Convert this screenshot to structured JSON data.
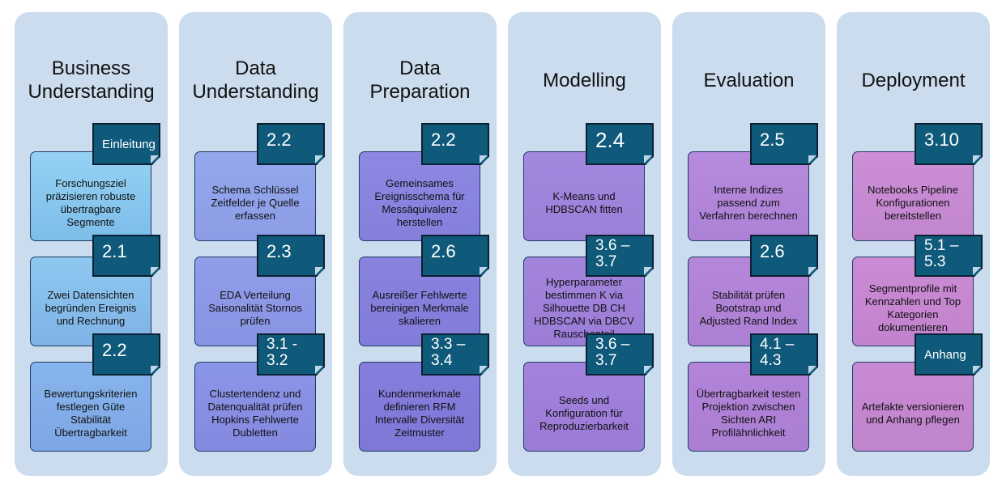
{
  "phases": [
    {
      "title": "Business\nUnderstanding",
      "cards": [
        {
          "tag": "Einleitung",
          "text": "Forschungsziel präzisieren robuste übertragbare Segmente"
        },
        {
          "tag": "2.1",
          "text": "Zwei Datensichten begründen Ereignis und Rechnung"
        },
        {
          "tag": "2.2",
          "text": "Bewertungskriterien festlegen Güte Stabilität Übertragbarkeit"
        }
      ]
    },
    {
      "title": "Data\nUnderstanding",
      "cards": [
        {
          "tag": "2.2",
          "text": "Schema Schlüssel Zeitfelder je Quelle erfassen"
        },
        {
          "tag": "2.3",
          "text": "EDA Verteilung Saisonalität Stornos prüfen"
        },
        {
          "tag": "3.1 -\n3.2",
          "text": "Clustertendenz und Datenqualität prüfen Hopkins Fehlwerte Dubletten"
        }
      ]
    },
    {
      "title": "Data\nPreparation",
      "cards": [
        {
          "tag": "2.2",
          "text": "Gemeinsames Ereignisschema für Messäquivalenz herstellen"
        },
        {
          "tag": "2.6",
          "text": "Ausreißer Fehlwerte bereinigen Merkmale skalieren"
        },
        {
          "tag": "3.3 –\n3.4",
          "text": "Kundenmerkmale definieren RFM Intervalle Diversität Zeitmuster"
        }
      ]
    },
    {
      "title": "Modelling",
      "cards": [
        {
          "tag": "2.4",
          "text": "K-Means und HDBSCAN fitten"
        },
        {
          "tag": "3.6 –\n3.7",
          "text": "Hyperparameter bestimmen K via Silhouette DB CH HDBSCAN via DBCV Rauschanteil"
        },
        {
          "tag": "3.6 –\n3.7",
          "text": "Seeds und Konfiguration für Reproduzierbarkeit"
        }
      ]
    },
    {
      "title": "Evaluation",
      "cards": [
        {
          "tag": "2.5",
          "text": "Interne Indizes passend zum Verfahren berechnen"
        },
        {
          "tag": "2.6",
          "text": "Stabilität prüfen Bootstrap und Adjusted Rand Index"
        },
        {
          "tag": "4.1 –\n4.3",
          "text": "Übertragbarkeit testen Projektion zwischen Sichten ARI Profilähnlichkeit"
        }
      ]
    },
    {
      "title": "Deployment",
      "cards": [
        {
          "tag": "3.10",
          "text": "Notebooks Pipeline Konfigurationen bereitstellen"
        },
        {
          "tag": "5.1 –\n5.3",
          "text": "Segmentprofile mit Kennzahlen und Top Kategorien dokumentieren"
        },
        {
          "tag": "Anhang",
          "text": "Artefakte versionieren und Anhang pflegen"
        }
      ]
    }
  ],
  "colors": {
    "column_bg": "#cadced",
    "tag_bg": "#0f5a7a",
    "card_business": "#8cc8ef",
    "card_data": "#8fa0e8",
    "card_prep": "#8a7fde",
    "card_model": "#a583dc",
    "card_eval": "#b381d6",
    "card_deploy": "#c386cf"
  }
}
